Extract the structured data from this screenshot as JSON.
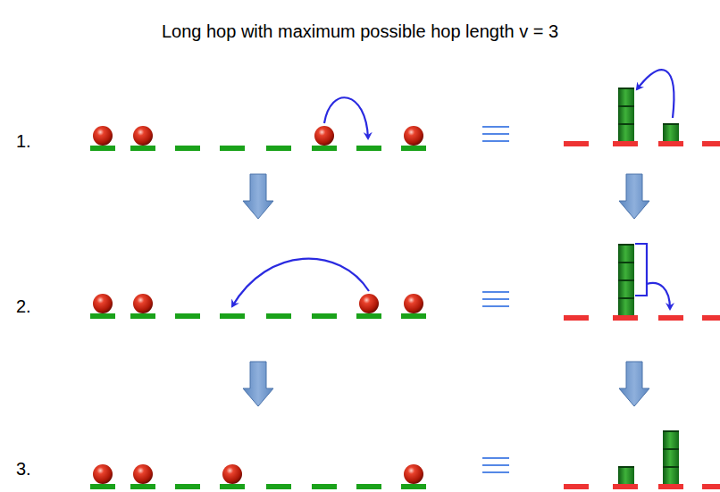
{
  "diagram": {
    "title": "Long hop with maximum possible hop length v = 3",
    "labels": [
      "1.",
      "2.",
      "3."
    ]
  }
}
